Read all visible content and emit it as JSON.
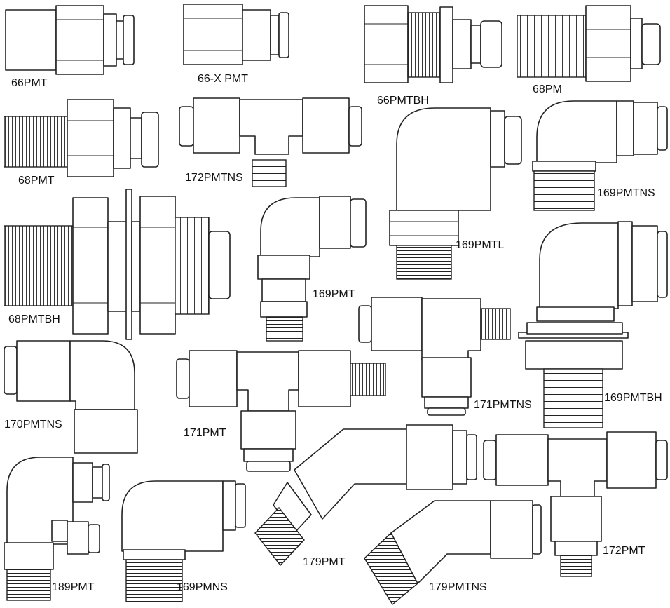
{
  "parts": [
    {
      "id": "66PMT",
      "label": "66PMT"
    },
    {
      "id": "66-X PMT",
      "label": "66-X PMT"
    },
    {
      "id": "66PMTBH",
      "label": "66PMTBH"
    },
    {
      "id": "68PM",
      "label": "68PM"
    },
    {
      "id": "68PMT",
      "label": "68PMT"
    },
    {
      "id": "172PMTNS",
      "label": "172PMTNS"
    },
    {
      "id": "169PMTL",
      "label": "169PMTL"
    },
    {
      "id": "169PMTNS",
      "label": "169PMTNS"
    },
    {
      "id": "68PMTBH",
      "label": "68PMTBH"
    },
    {
      "id": "169PMT",
      "label": "169PMT"
    },
    {
      "id": "171PMTNS",
      "label": "171PMTNS"
    },
    {
      "id": "169PMTBH",
      "label": "169PMTBH"
    },
    {
      "id": "170PMTNS",
      "label": "170PMTNS"
    },
    {
      "id": "171PMT",
      "label": "171PMT"
    },
    {
      "id": "189PMT",
      "label": "189PMT"
    },
    {
      "id": "169PMNS",
      "label": "169PMNS"
    },
    {
      "id": "179PMT",
      "label": "179PMT"
    },
    {
      "id": "179PMTNS",
      "label": "179PMTNS"
    },
    {
      "id": "172PMT",
      "label": "172PMT"
    }
  ],
  "colors": {
    "line": "#222222",
    "background": "#ffffff"
  }
}
